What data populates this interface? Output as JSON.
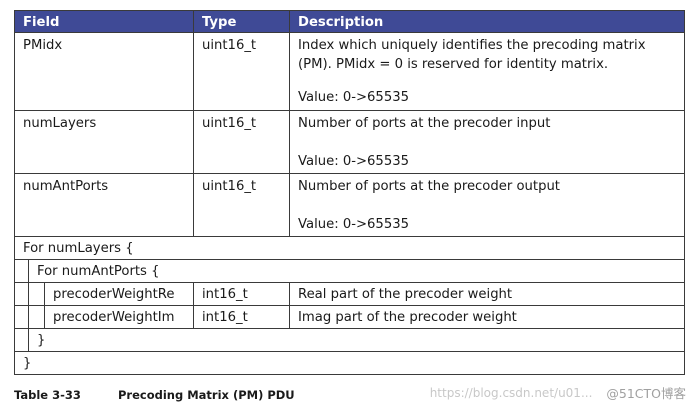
{
  "table": {
    "headers": {
      "field": "Field",
      "type": "Type",
      "description": "Description"
    },
    "rows": [
      {
        "field": "PMidx",
        "type": "uint16_t",
        "description": "Index which uniquely identifies the precoding matrix\n(PM). PMidx = 0 is reserved for identity matrix.",
        "value": "Value: 0->65535"
      },
      {
        "field": "numLayers",
        "type": "uint16_t",
        "description": "Number of ports at the precoder input",
        "value": "Value: 0->65535"
      },
      {
        "field": "numAntPorts",
        "type": "uint16_t",
        "description": "Number of ports at the  precoder output",
        "value": "Value: 0->65535"
      }
    ],
    "loop_outer_open": "For numLayers {",
    "loop_inner_open": "For numAntPorts {",
    "nested_rows": [
      {
        "field": "precoderWeightRe",
        "type": "int16_t",
        "description": "Real part of the precoder weight"
      },
      {
        "field": "precoderWeightIm",
        "type": "int16_t",
        "description": "Imag part of the precoder weight"
      }
    ],
    "loop_inner_close": "}",
    "loop_outer_close": "}"
  },
  "caption": {
    "label": "Table 3-33",
    "title": "Precoding Matrix (PM) PDU"
  },
  "watermark": {
    "url": "https://blog.csdn.net/u01...",
    "brand": "@51CTO博客"
  }
}
